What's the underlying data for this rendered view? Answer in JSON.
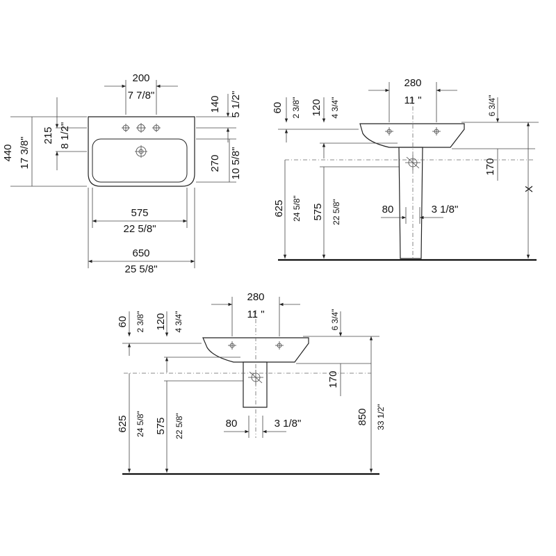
{
  "top_view": {
    "tap_spacing_mm": "200",
    "tap_spacing_in": "7 7/8\"",
    "top_offset_mm": "140",
    "top_offset_in": "5 1/2\"",
    "depth_mm": "440",
    "depth_in": "17 3/8\"",
    "tap_depth_mm": "215",
    "tap_depth_in": "8 1/2\"",
    "bowl_depth_mm": "270",
    "bowl_depth_in": "10 5/8\"",
    "inner_width_mm": "575",
    "inner_width_in": "22 5/8\"",
    "outer_width_mm": "650",
    "outer_width_in": "25 5/8\""
  },
  "side_view_pedestal": {
    "waste_width_mm": "280",
    "waste_width_in": "11 \"",
    "rim_mm": "60",
    "rim_in": "2 3/8\"",
    "drop_mm": "120",
    "drop_in": "4 3/4\"",
    "right_top_in": "6 3/4\"",
    "right_mm": "170",
    "height_x": "X",
    "fixing_height_mm": "625",
    "fixing_height_in": "24 5/8\"",
    "lower_height_mm": "575",
    "lower_height_in": "22 5/8\"",
    "pedestal_width_mm": "80",
    "pedestal_width_in": "3 1/8\""
  },
  "side_view_wall": {
    "waste_width_mm": "280",
    "waste_width_in": "11 \"",
    "rim_mm": "60",
    "rim_in": "2 3/8\"",
    "drop_mm": "120",
    "drop_in": "4 3/4\"",
    "right_top_in": "6 3/4\"",
    "right_mm": "170",
    "total_height_mm": "850",
    "total_height_in": "33 1/2\"",
    "fixing_height_mm": "625",
    "fixing_height_in": "24 5/8\"",
    "lower_height_mm": "575",
    "lower_height_in": "22 5/8\"",
    "trap_width_mm": "80",
    "trap_width_in": "3 1/8\""
  }
}
